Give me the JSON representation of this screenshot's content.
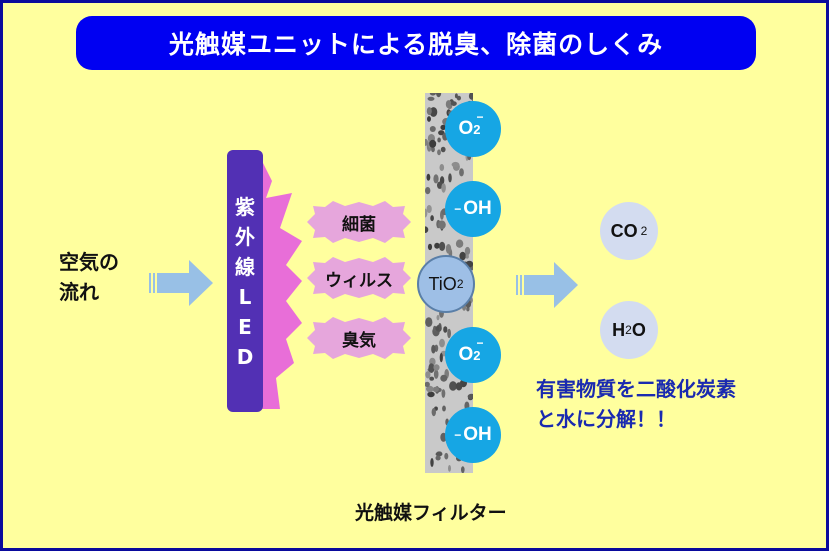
{
  "title": "光触媒ユニットによる脱臭、除菌のしくみ",
  "air_flow": {
    "line1": "空気の",
    "line2": "流れ"
  },
  "led": {
    "chars": [
      "紫",
      "外",
      "線",
      "L",
      "E",
      "D"
    ]
  },
  "targets": [
    {
      "label": "細菌"
    },
    {
      "label": "ウィルス"
    },
    {
      "label": "臭気"
    }
  ],
  "filter": {
    "label": "光触媒フィルター",
    "catalyst": {
      "base": "TiO",
      "sub": "2"
    },
    "radicals": [
      {
        "type": "superoxide",
        "base": "O",
        "sub": "2",
        "charge": "−"
      },
      {
        "type": "hydroxyl",
        "prefix": "−",
        "base": "OH"
      },
      {
        "type": "superoxide",
        "base": "O",
        "sub": "2",
        "charge": "−"
      },
      {
        "type": "hydroxyl",
        "prefix": "−",
        "base": "OH"
      }
    ]
  },
  "products": [
    {
      "base": "CO",
      "sub": "2"
    },
    {
      "pre": "H",
      "sub": "2",
      "post": "O"
    }
  ],
  "result": {
    "line1": "有害物質を二酸化炭素",
    "line2": "と水に分解！！"
  },
  "colors": {
    "background": "#ffff9e",
    "frame_border": "#0a0a9c",
    "title_bg": "#0000f2",
    "led_bar": "#5230b4",
    "uv_burst": "#e86ed8",
    "target_fill": "#e6a6dc",
    "radical": "#16a6e4",
    "catalyst": "#9ebfe6",
    "product": "#d3dcf0",
    "arrow": "#98c0e6",
    "result_text": "#1a2ab0"
  }
}
